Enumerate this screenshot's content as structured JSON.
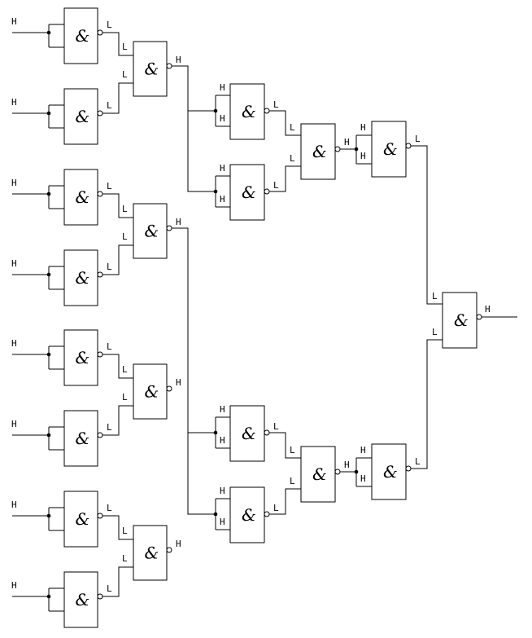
{
  "gate_symbol": "&",
  "input_levels": [
    "H",
    "H",
    "H",
    "H",
    "H",
    "H",
    "H",
    "H"
  ],
  "stage1_outputs": [
    "L",
    "L",
    "L",
    "L",
    "L",
    "L",
    "L",
    "L"
  ],
  "stage2_inputs": [
    [
      "L",
      "L"
    ],
    [
      "L",
      "L"
    ],
    [
      "L",
      "L"
    ],
    [
      "L",
      "L"
    ]
  ],
  "stage2_outputs": [
    "H",
    "H",
    "H",
    "H"
  ],
  "stage3_inputs": [
    [
      "H",
      "H"
    ],
    [
      "H",
      "H"
    ],
    [
      "H",
      "H"
    ],
    [
      "H",
      "H"
    ]
  ],
  "stage3_outputs": [
    "L",
    "L",
    "L",
    "L"
  ],
  "stage4_inputs": [
    [
      "L",
      "L"
    ],
    [
      "L",
      "L"
    ]
  ],
  "stage4_outputs": [
    "H",
    "H"
  ],
  "stage5_inputs": [
    [
      "H",
      "H"
    ],
    [
      "H",
      "H"
    ]
  ],
  "stage5_outputs": [
    "L",
    "L"
  ],
  "final_inputs": [
    "L",
    "L"
  ],
  "final_output": "H"
}
